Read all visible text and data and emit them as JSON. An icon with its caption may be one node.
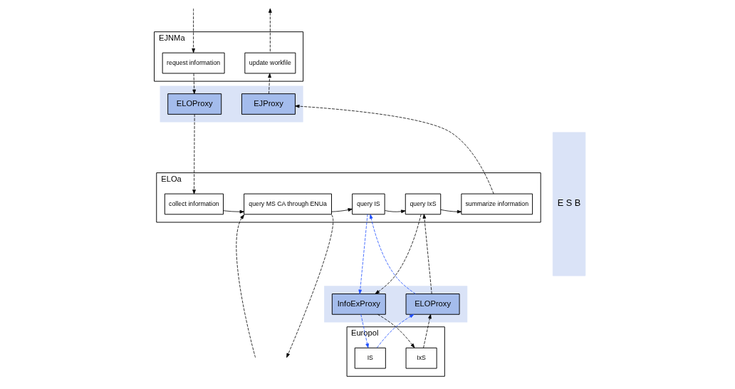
{
  "diagram": {
    "nodes": [
      {
        "text": [
          "EJNMa"
        ]
      },
      {
        "text": [
          "request information"
        ],
        "in": 0
      },
      {
        "text": [
          "update workfile"
        ],
        "in": 0
      },
      {
        "text": [],
        "shape": "band"
      },
      {
        "text": [
          "ELOProxy"
        ],
        "in": 3
      },
      {
        "text": [
          "EJProxy"
        ],
        "in": 3
      },
      {
        "text": [
          "ELOa"
        ]
      },
      {
        "text": [
          "collect information"
        ],
        "in": 6
      },
      {
        "text": [
          "query MS CA through ENUa"
        ],
        "in": 6
      },
      {
        "text": [
          "query IS"
        ],
        "in": 6
      },
      {
        "text": [
          "query IxS"
        ],
        "in": 6
      },
      {
        "text": [
          "summarize information"
        ],
        "in": 6
      },
      {
        "text": [],
        "shape": "band"
      },
      {
        "text": [
          "InfoExProxy"
        ],
        "in": 12
      },
      {
        "text": [
          "ELOProxy"
        ],
        "in": 12
      },
      {
        "text": [
          "Europol"
        ]
      },
      {
        "text": [
          "IS"
        ],
        "in": 15
      },
      {
        "text": [
          "IxS"
        ],
        "in": 15
      },
      {
        "text": [
          "E S B"
        ]
      }
    ],
    "edges": [
      {
        "from": null,
        "to": 1,
        "arrow": "to",
        "style": "dashed"
      },
      {
        "from": 1,
        "to": 4,
        "arrow": "to",
        "style": "dashed"
      },
      {
        "from": 4,
        "to": 7,
        "arrow": "to",
        "style": "dashed"
      },
      {
        "from": 7,
        "to": 8,
        "arrow": "to"
      },
      {
        "from": 8,
        "to": 9,
        "arrow": "to"
      },
      {
        "from": 9,
        "to": 10,
        "arrow": "to"
      },
      {
        "from": 10,
        "to": 11,
        "arrow": "to"
      },
      {
        "from": 11,
        "to": 5,
        "arrow": "to",
        "style": "dashed"
      },
      {
        "from": 5,
        "to": 2,
        "arrow": "to",
        "style": "dashed"
      },
      {
        "from": 2,
        "to": null,
        "arrow": "to",
        "style": "dashed"
      },
      {
        "from": 8,
        "to": null,
        "arrow": "to",
        "style": "dashed"
      },
      {
        "from": null,
        "to": 8,
        "arrow": "to",
        "style": "dashed"
      },
      {
        "from": 9,
        "to": 13,
        "arrow": "to",
        "style": "dashed",
        "color": "#1f4fff"
      },
      {
        "from": 13,
        "to": 16,
        "arrow": "to",
        "style": "dashed",
        "color": "#1f4fff"
      },
      {
        "from": 16,
        "to": 14,
        "arrow": "to",
        "style": "dashed",
        "color": "#1f4fff"
      },
      {
        "from": 14,
        "to": 9,
        "arrow": "to",
        "style": "dashed",
        "color": "#1f4fff"
      },
      {
        "from": 10,
        "to": 13,
        "arrow": "to",
        "style": "dashed"
      },
      {
        "from": 13,
        "to": 17,
        "arrow": "to",
        "style": "dashed"
      },
      {
        "from": 17,
        "to": 14,
        "arrow": "to",
        "style": "dashed"
      },
      {
        "from": 14,
        "to": 10,
        "arrow": "to",
        "style": "dashed"
      }
    ]
  }
}
